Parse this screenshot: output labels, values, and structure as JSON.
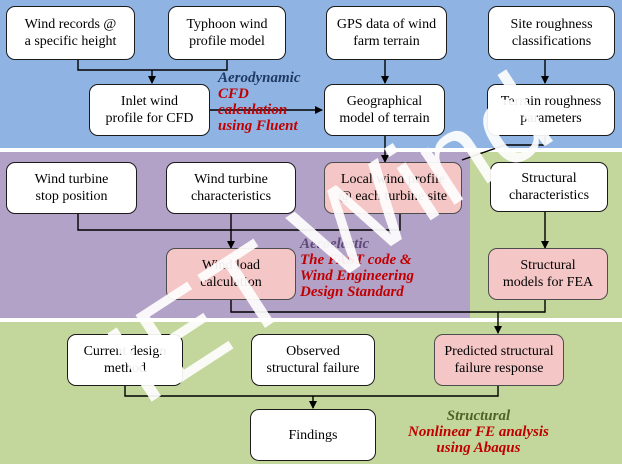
{
  "regions": {
    "aerodynamic": {
      "line1": "Aerodynamic",
      "line2": "CFD",
      "line3": "calculation",
      "line4": "using Fluent",
      "title_color": "#1f3864",
      "method_color": "#c00000"
    },
    "aeroelastic": {
      "line1": "Aeroelastic",
      "line2": "The FAST code &",
      "line3": "Wind Engineering",
      "line4": "Design Standard"
    },
    "structural": {
      "line1": "Structural",
      "line2": "Nonlinear FE analysis",
      "line3": "using Abaqus",
      "title_color": "#4f6228"
    }
  },
  "boxes": {
    "wind_records": "Wind records @\na specific height",
    "typhoon_model": "Typhoon wind\nprofile model",
    "gps_data": "GPS data of wind\nfarm terrain",
    "site_roughness": "Site roughness\nclassifications",
    "inlet_profile": "Inlet wind\nprofile for CFD",
    "geo_model": "Geographical\nmodel of terrain",
    "terrain_params": "Terrain roughness\nparameters",
    "stop_position": "Wind turbine\nstop position",
    "turbine_char": "Wind turbine\ncharacteristics",
    "local_profile": "Local wind profile\n@ each turbine site",
    "structural_char": "Structural\ncharacteristics",
    "wind_load": "Wind load\ncalculation",
    "structural_models": "Structural\nmodels for FEA",
    "current_design": "Current design\nmethod",
    "observed_failure": "Observed\nstructural failure",
    "predicted_failure": "Predicted structural\nfailure response",
    "findings": "Findings"
  },
  "watermark": "IET Wind"
}
